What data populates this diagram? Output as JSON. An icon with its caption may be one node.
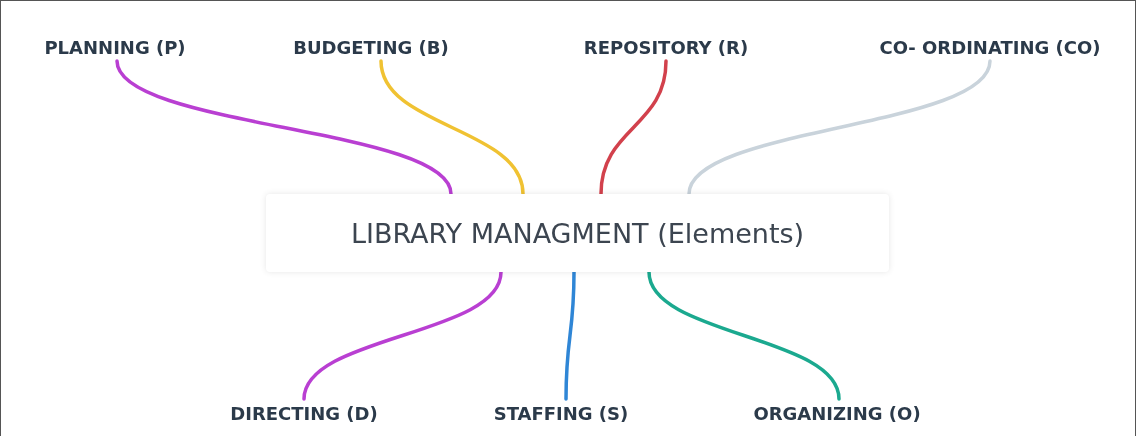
{
  "diagram": {
    "nodes": [
      {
        "text": [
          "PLANNING (P)"
        ]
      },
      {
        "text": [
          "BUDGETING (B)"
        ]
      },
      {
        "text": [
          "REPOSITORY (R)"
        ]
      },
      {
        "text": [
          "CO- ORDINATING (CO)"
        ]
      },
      {
        "text": [
          "LIBRARY MANAGMENT (Elements)"
        ]
      },
      {
        "text": [
          "DIRECTING (D)"
        ]
      },
      {
        "text": [
          "STAFFING (S)"
        ]
      },
      {
        "text": [
          "ORGANIZING (O)"
        ]
      }
    ],
    "edges": [
      {
        "from": 4,
        "to": 0,
        "arrow": "none",
        "color": "#b93fd2"
      },
      {
        "from": 4,
        "to": 1,
        "arrow": "none",
        "color": "#f0c232"
      },
      {
        "from": 4,
        "to": 2,
        "arrow": "none",
        "color": "#d2414c"
      },
      {
        "from": 4,
        "to": 3,
        "arrow": "none",
        "color": "#c9d3db"
      },
      {
        "from": 4,
        "to": 5,
        "arrow": "none",
        "color": "#b93fd2"
      },
      {
        "from": 4,
        "to": 6,
        "arrow": "none",
        "color": "#2f86d6"
      },
      {
        "from": 4,
        "to": 7,
        "arrow": "none",
        "color": "#1ba98f"
      }
    ]
  }
}
